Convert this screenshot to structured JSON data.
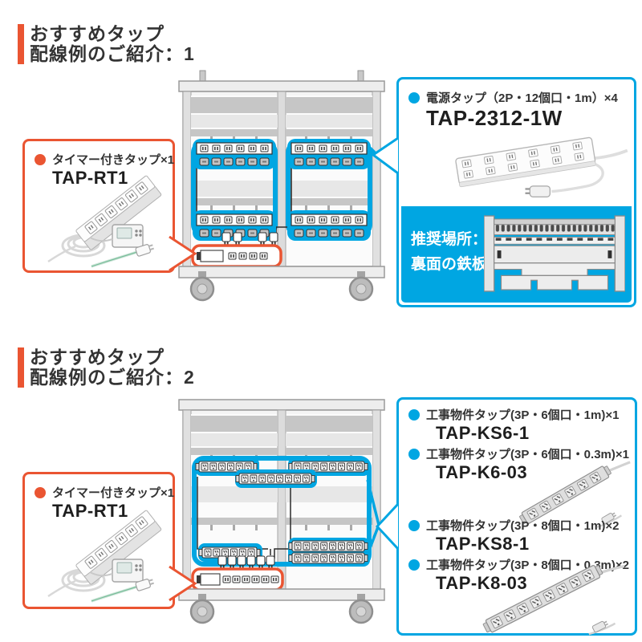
{
  "colors": {
    "accent_orange": "#EA5532",
    "accent_cyan": "#00A6E2",
    "text": "#333333"
  },
  "section1": {
    "title_line1": "おすすめタップ",
    "title_line2": "配線例のご紹介：1",
    "left_callout": {
      "label": "タイマー付きタップ×1",
      "model": "TAP-RT1"
    },
    "right_callout": {
      "label": "電源タップ（2P・12個口・1m）×4",
      "model": "TAP-2312-1W"
    },
    "recommend": {
      "line1": "推奨場所：",
      "line2": "裏面の鉄板"
    }
  },
  "section2": {
    "title_line1": "おすすめタップ",
    "title_line2": "配線例のご紹介：2",
    "left_callout": {
      "label": "タイマー付きタップ×1",
      "model": "TAP-RT1"
    },
    "right_callout": {
      "items": [
        {
          "label": "工事物件タップ(3P・6個口・1m)×1",
          "model": "TAP-KS6-1"
        },
        {
          "label": "工事物件タップ(3P・6個口・0.3m)×1",
          "model": "TAP-K6-03"
        },
        {
          "label": "工事物件タップ(3P・8個口・1m)×2",
          "model": "TAP-KS8-1"
        },
        {
          "label": "工事物件タップ(3P・8個口・0.3m)×2",
          "model": "TAP-K8-03"
        }
      ]
    }
  }
}
